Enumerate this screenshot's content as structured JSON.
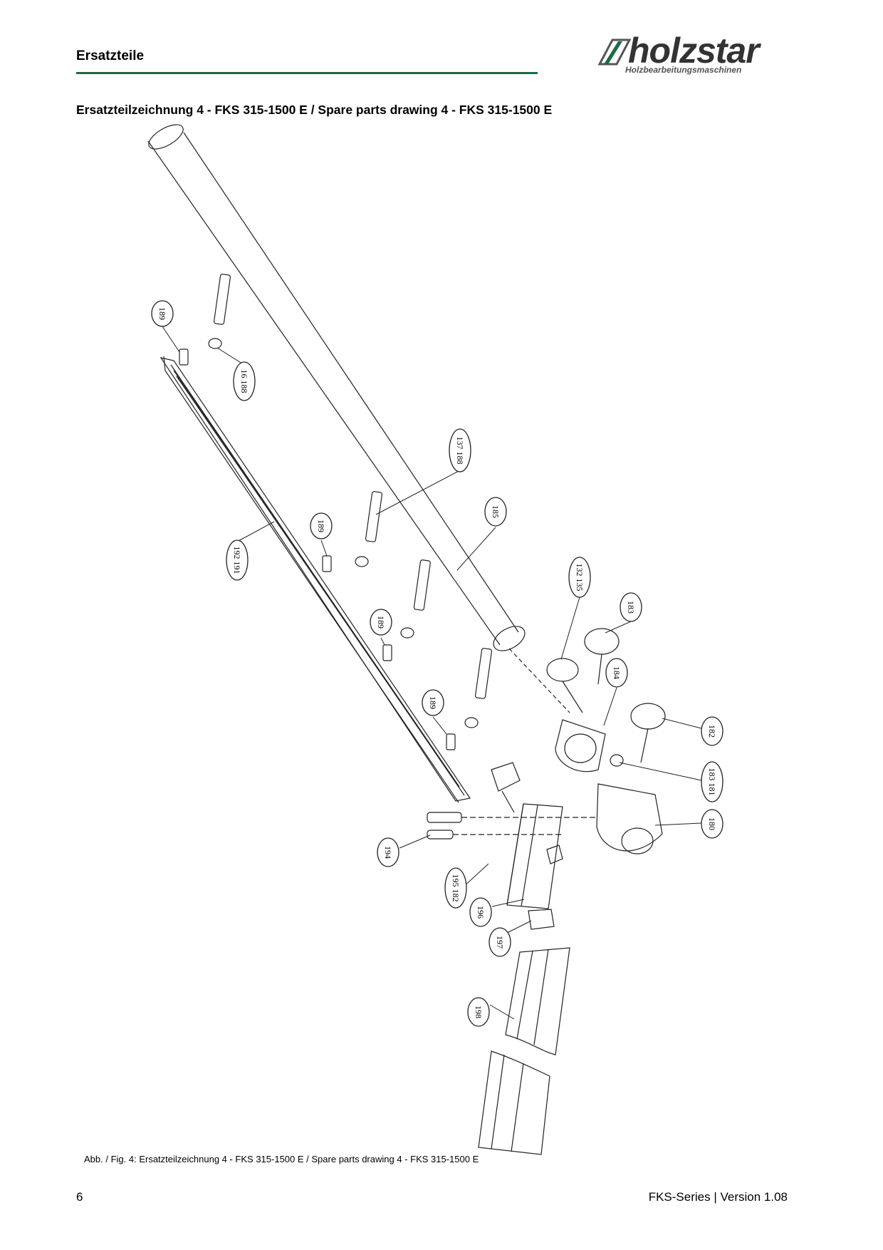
{
  "header": {
    "title": "Ersatzteile",
    "logo_text": "holzstar",
    "logo_subtitle": "Holzbearbeitungsmaschinen",
    "brand_color": "#1c6b45"
  },
  "drawing": {
    "title": "Ersatzteilzeichnung 4 - FKS 315-1500 E / Spare parts drawing 4 - FKS 315-1500 E",
    "callouts": [
      {
        "id": "c189a",
        "label": "189"
      },
      {
        "id": "c188",
        "label": "16 188"
      },
      {
        "id": "c137",
        "label": "137 188"
      },
      {
        "id": "c190",
        "label": "192 191"
      },
      {
        "id": "c189b",
        "label": "189"
      },
      {
        "id": "c185",
        "label": "185"
      },
      {
        "id": "c132",
        "label": "132 135"
      },
      {
        "id": "c183",
        "label": "183"
      },
      {
        "id": "c189c",
        "label": "189"
      },
      {
        "id": "c184",
        "label": "184"
      },
      {
        "id": "c189d",
        "label": "189"
      },
      {
        "id": "c182",
        "label": "182"
      },
      {
        "id": "c181",
        "label": "183 181"
      },
      {
        "id": "c180",
        "label": "180"
      },
      {
        "id": "c194",
        "label": "194"
      },
      {
        "id": "c195",
        "label": "195 182"
      },
      {
        "id": "c196",
        "label": "196"
      },
      {
        "id": "c197",
        "label": "197"
      },
      {
        "id": "c198",
        "label": "198"
      }
    ]
  },
  "caption": "Abb. / Fig. 4: Ersatzteilzeichnung 4 - FKS 315-1500 E / Spare parts drawing 4 - FKS 315-1500 E",
  "footer": {
    "page_number": "6",
    "version": "FKS-Series | Version 1.08"
  }
}
